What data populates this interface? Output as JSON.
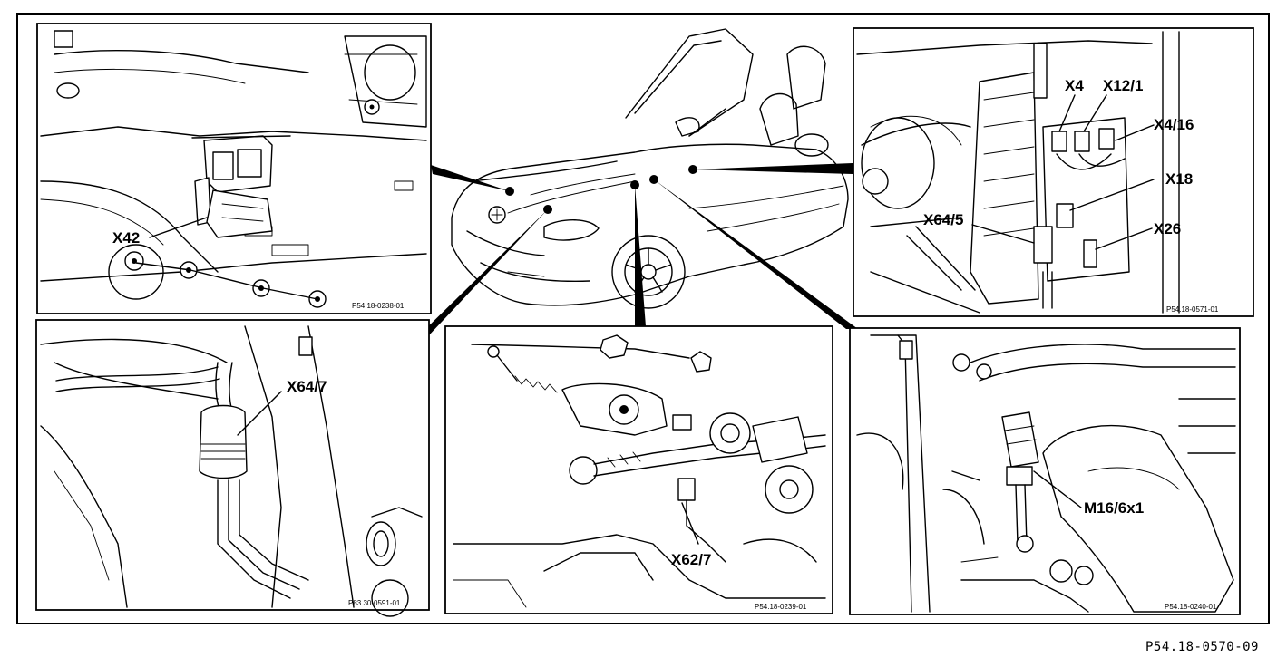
{
  "figure_number": "P54.18-0570-09",
  "panels": {
    "top_left": {
      "callouts": [
        "X42"
      ],
      "ref": "P54.18-0238-01"
    },
    "top_right": {
      "callouts": [
        "X4",
        "X12/1",
        "X4/16",
        "X18",
        "X64/5",
        "X26"
      ],
      "ref": "P54.18-0571-01"
    },
    "bottom_left": {
      "callouts": [
        "X64/7"
      ],
      "ref": "P83.30-0591-01"
    },
    "bottom_middle": {
      "callouts": [
        "X62/7"
      ],
      "ref": "P54.18-0239-01"
    },
    "bottom_right": {
      "callouts": [
        "M16/6x1"
      ],
      "ref": "P54.18-0240-01"
    }
  }
}
